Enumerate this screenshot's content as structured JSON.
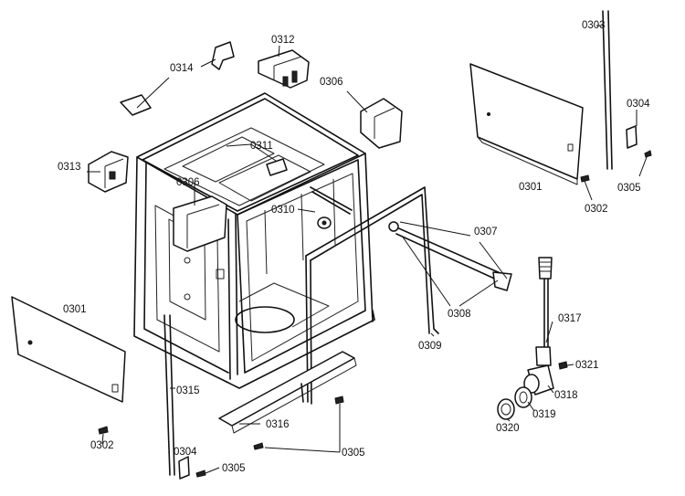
{
  "labels": {
    "p0312": "0312",
    "p0314": "0314",
    "p0306_top": "0306",
    "p0311": "0311",
    "p0313": "0313",
    "p0306_mid": "0306",
    "p0310": "0310",
    "p0303": "0303",
    "p0304_right": "0304",
    "p0301_right": "0301",
    "p0302_right": "0302",
    "p0305_right": "0305",
    "p0307": "0307",
    "p0308": "0308",
    "p0309": "0309",
    "p0317": "0317",
    "p0321": "0321",
    "p0318": "0318",
    "p0319": "0319",
    "p0320": "0320",
    "p0301_left": "0301",
    "p0302_left": "0302",
    "p0315": "0315",
    "p0316": "0316",
    "p0305_bottom": "0305",
    "p0304_bottom": "0304",
    "p0305_left": "0305"
  }
}
